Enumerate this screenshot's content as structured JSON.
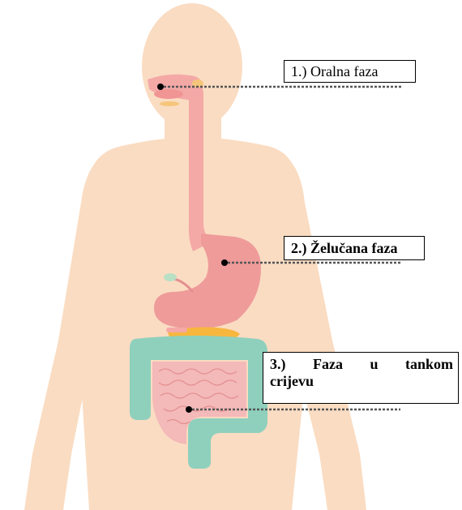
{
  "labels": {
    "oral": "1.) Oralna faza",
    "gastric": "2.) Želučana faza",
    "small_intestine_line1": "3.) Faza u tankom",
    "small_intestine_line2": "crijevu"
  },
  "colors": {
    "skin": "#fadcc2",
    "organ": "#f4a9a7",
    "stomach": "#ee9b9a",
    "large_intestine": "#8fd0bd",
    "small_intestine": "#f4b9b9",
    "pancreas": "#f7b73f",
    "salivary_gland": "#f5c57a",
    "gallbladder": "#b8e0c4",
    "marker": "#000000",
    "leader_line": "#555555"
  }
}
